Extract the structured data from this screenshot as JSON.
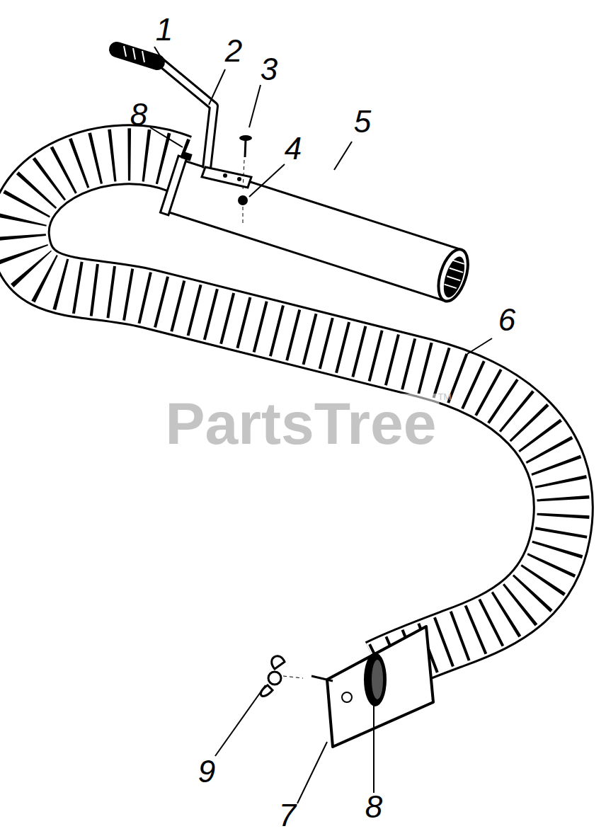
{
  "diagram": {
    "labels": [
      "1",
      "2",
      "3",
      "8",
      "5",
      "4",
      "6",
      "9",
      "7",
      "8",
      "PartsTree",
      "TM"
    ]
  }
}
